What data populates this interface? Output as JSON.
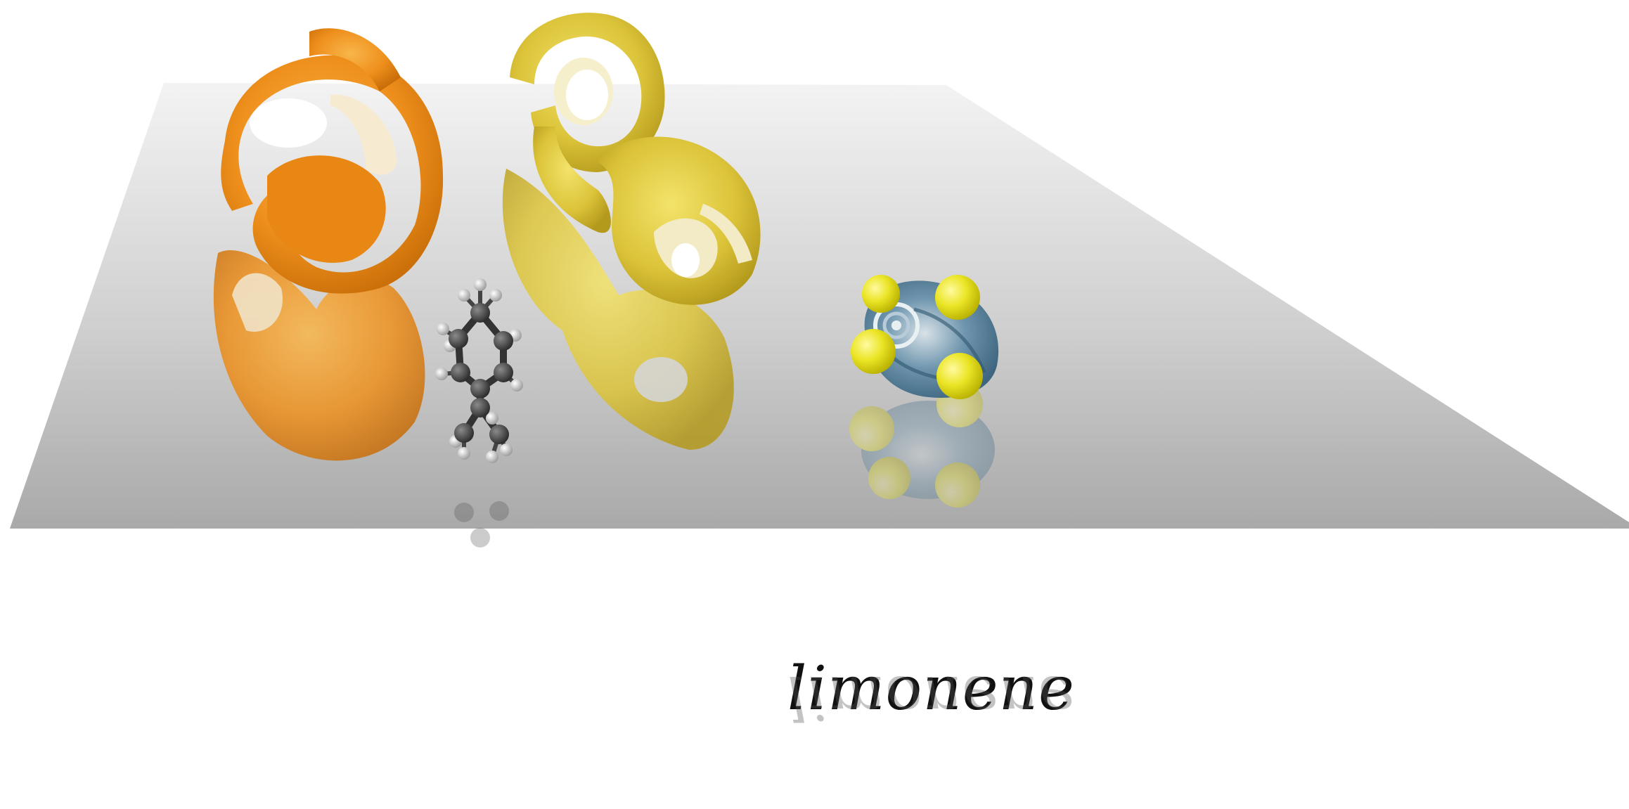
{
  "caption": "limonene",
  "colors": {
    "background": "#ffffff",
    "plane_top": "#f2f2f2",
    "plane_bottom": "#a8a8a8",
    "orange_peel": "#f0941c",
    "orange_pith": "#f7ecd0",
    "lemon_peel": "#e3cd3f",
    "lemon_pith": "#f4ecc2",
    "molecule_carbon": "#3a3a3a",
    "molecule_hydrogen": "#dcdcdc",
    "shell": "#5f8aa6",
    "shell_spheres": "#e6e12a"
  },
  "objects": [
    "orange-peel-spiral",
    "lemon-peel-spiral",
    "ball-and-stick-molecule",
    "seashell-with-yellow-spheres"
  ]
}
